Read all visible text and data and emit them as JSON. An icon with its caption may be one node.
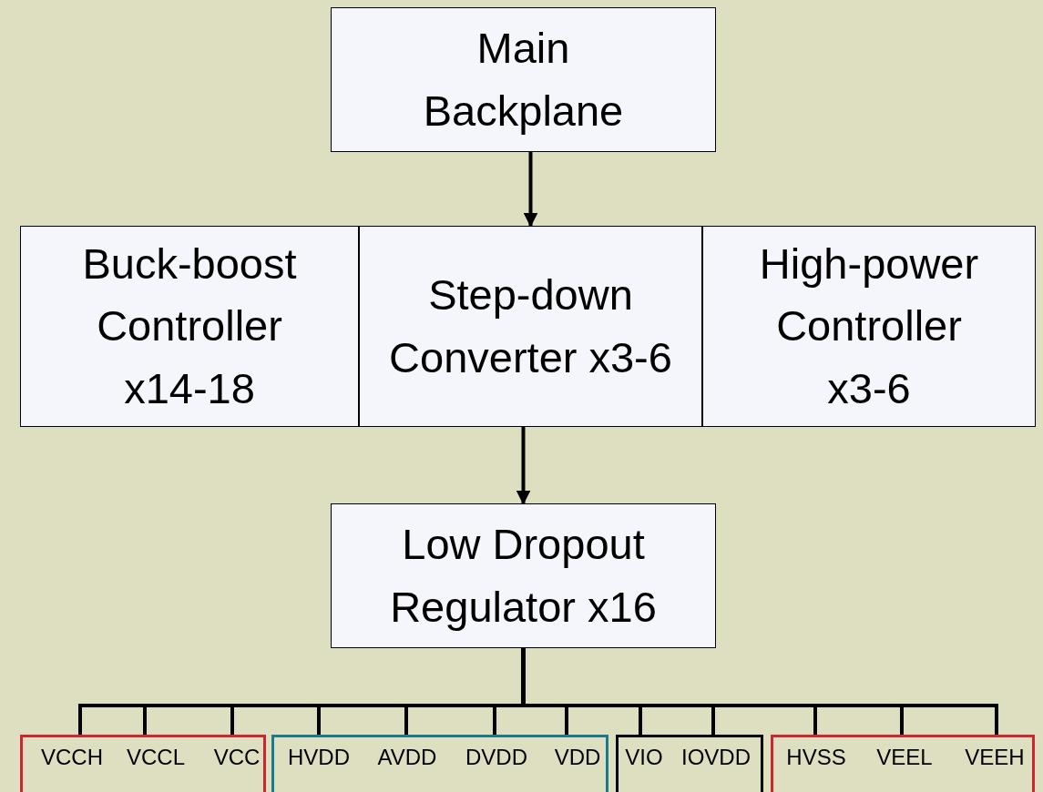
{
  "diagram": {
    "nodes": [
      {
        "text": [
          "Main Backplane"
        ]
      },
      {
        "text": [
          "Buck-boost Controller x14-18"
        ]
      },
      {
        "text": [
          "Step-down Converter x3-6"
        ]
      },
      {
        "text": [
          "High-power Controller x3-6"
        ]
      },
      {
        "text": [
          "Low Dropout Regulator x16"
        ]
      },
      {
        "text": [],
        "shape": "box"
      },
      {
        "text": [
          "VCCH"
        ],
        "in": 5
      },
      {
        "text": [
          "VCCL"
        ],
        "in": 5
      },
      {
        "text": [
          "VCC"
        ],
        "in": 5
      },
      {
        "text": [],
        "shape": "box"
      },
      {
        "text": [
          "HVDD"
        ],
        "in": 9
      },
      {
        "text": [
          "AVDD"
        ],
        "in": 9
      },
      {
        "text": [
          "DVDD"
        ],
        "in": 9
      },
      {
        "text": [
          "VDD"
        ],
        "in": 9
      },
      {
        "text": [],
        "shape": "box"
      },
      {
        "text": [
          "VIO"
        ],
        "in": 14
      },
      {
        "text": [
          "IOVDD"
        ],
        "in": 14
      },
      {
        "text": [],
        "shape": "box"
      },
      {
        "text": [
          "HVSS"
        ],
        "in": 17
      },
      {
        "text": [
          "VEEL"
        ],
        "in": 17
      },
      {
        "text": [
          "VEEH"
        ],
        "in": 17
      }
    ],
    "edges": [
      {
        "from": 0,
        "to": 2,
        "arrow": "to"
      },
      {
        "from": 2,
        "to": 4,
        "arrow": "to"
      },
      {
        "from": 4,
        "to": 6,
        "arrow": "none"
      },
      {
        "from": 4,
        "to": 7,
        "arrow": "none"
      },
      {
        "from": 4,
        "to": 8,
        "arrow": "none"
      },
      {
        "from": 4,
        "to": 10,
        "arrow": "none"
      },
      {
        "from": 4,
        "to": 11,
        "arrow": "none"
      },
      {
        "from": 4,
        "to": 12,
        "arrow": "none"
      },
      {
        "from": 4,
        "to": 13,
        "arrow": "none"
      },
      {
        "from": 4,
        "to": 15,
        "arrow": "none"
      },
      {
        "from": 4,
        "to": 16,
        "arrow": "none"
      },
      {
        "from": 4,
        "to": 18,
        "arrow": "none"
      },
      {
        "from": 4,
        "to": 19,
        "arrow": "none"
      },
      {
        "from": 4,
        "to": 20,
        "arrow": "none"
      }
    ]
  }
}
